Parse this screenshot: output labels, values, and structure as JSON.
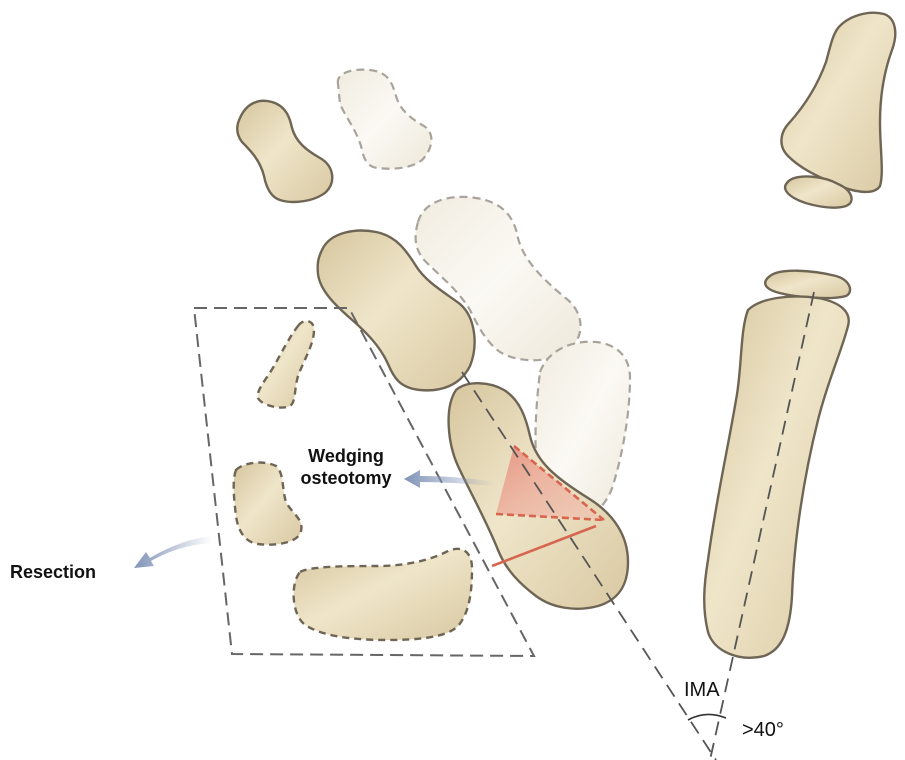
{
  "labels": {
    "wedging_line1": "Wedging",
    "wedging_line2": "osteotomy",
    "resection": "Resection",
    "ima": "IMA",
    "angle": ">40°"
  },
  "colors": {
    "bone_fill": "#e3d6b4",
    "bone_stroke": "#6f6555",
    "ghost_fill": "#f4f0e6",
    "ghost_stroke": "#a9a49b",
    "wedge_fill": "#e89a88",
    "wedge_line": "#d8654f",
    "arrow": "#8193b7",
    "guide": "#555555"
  }
}
